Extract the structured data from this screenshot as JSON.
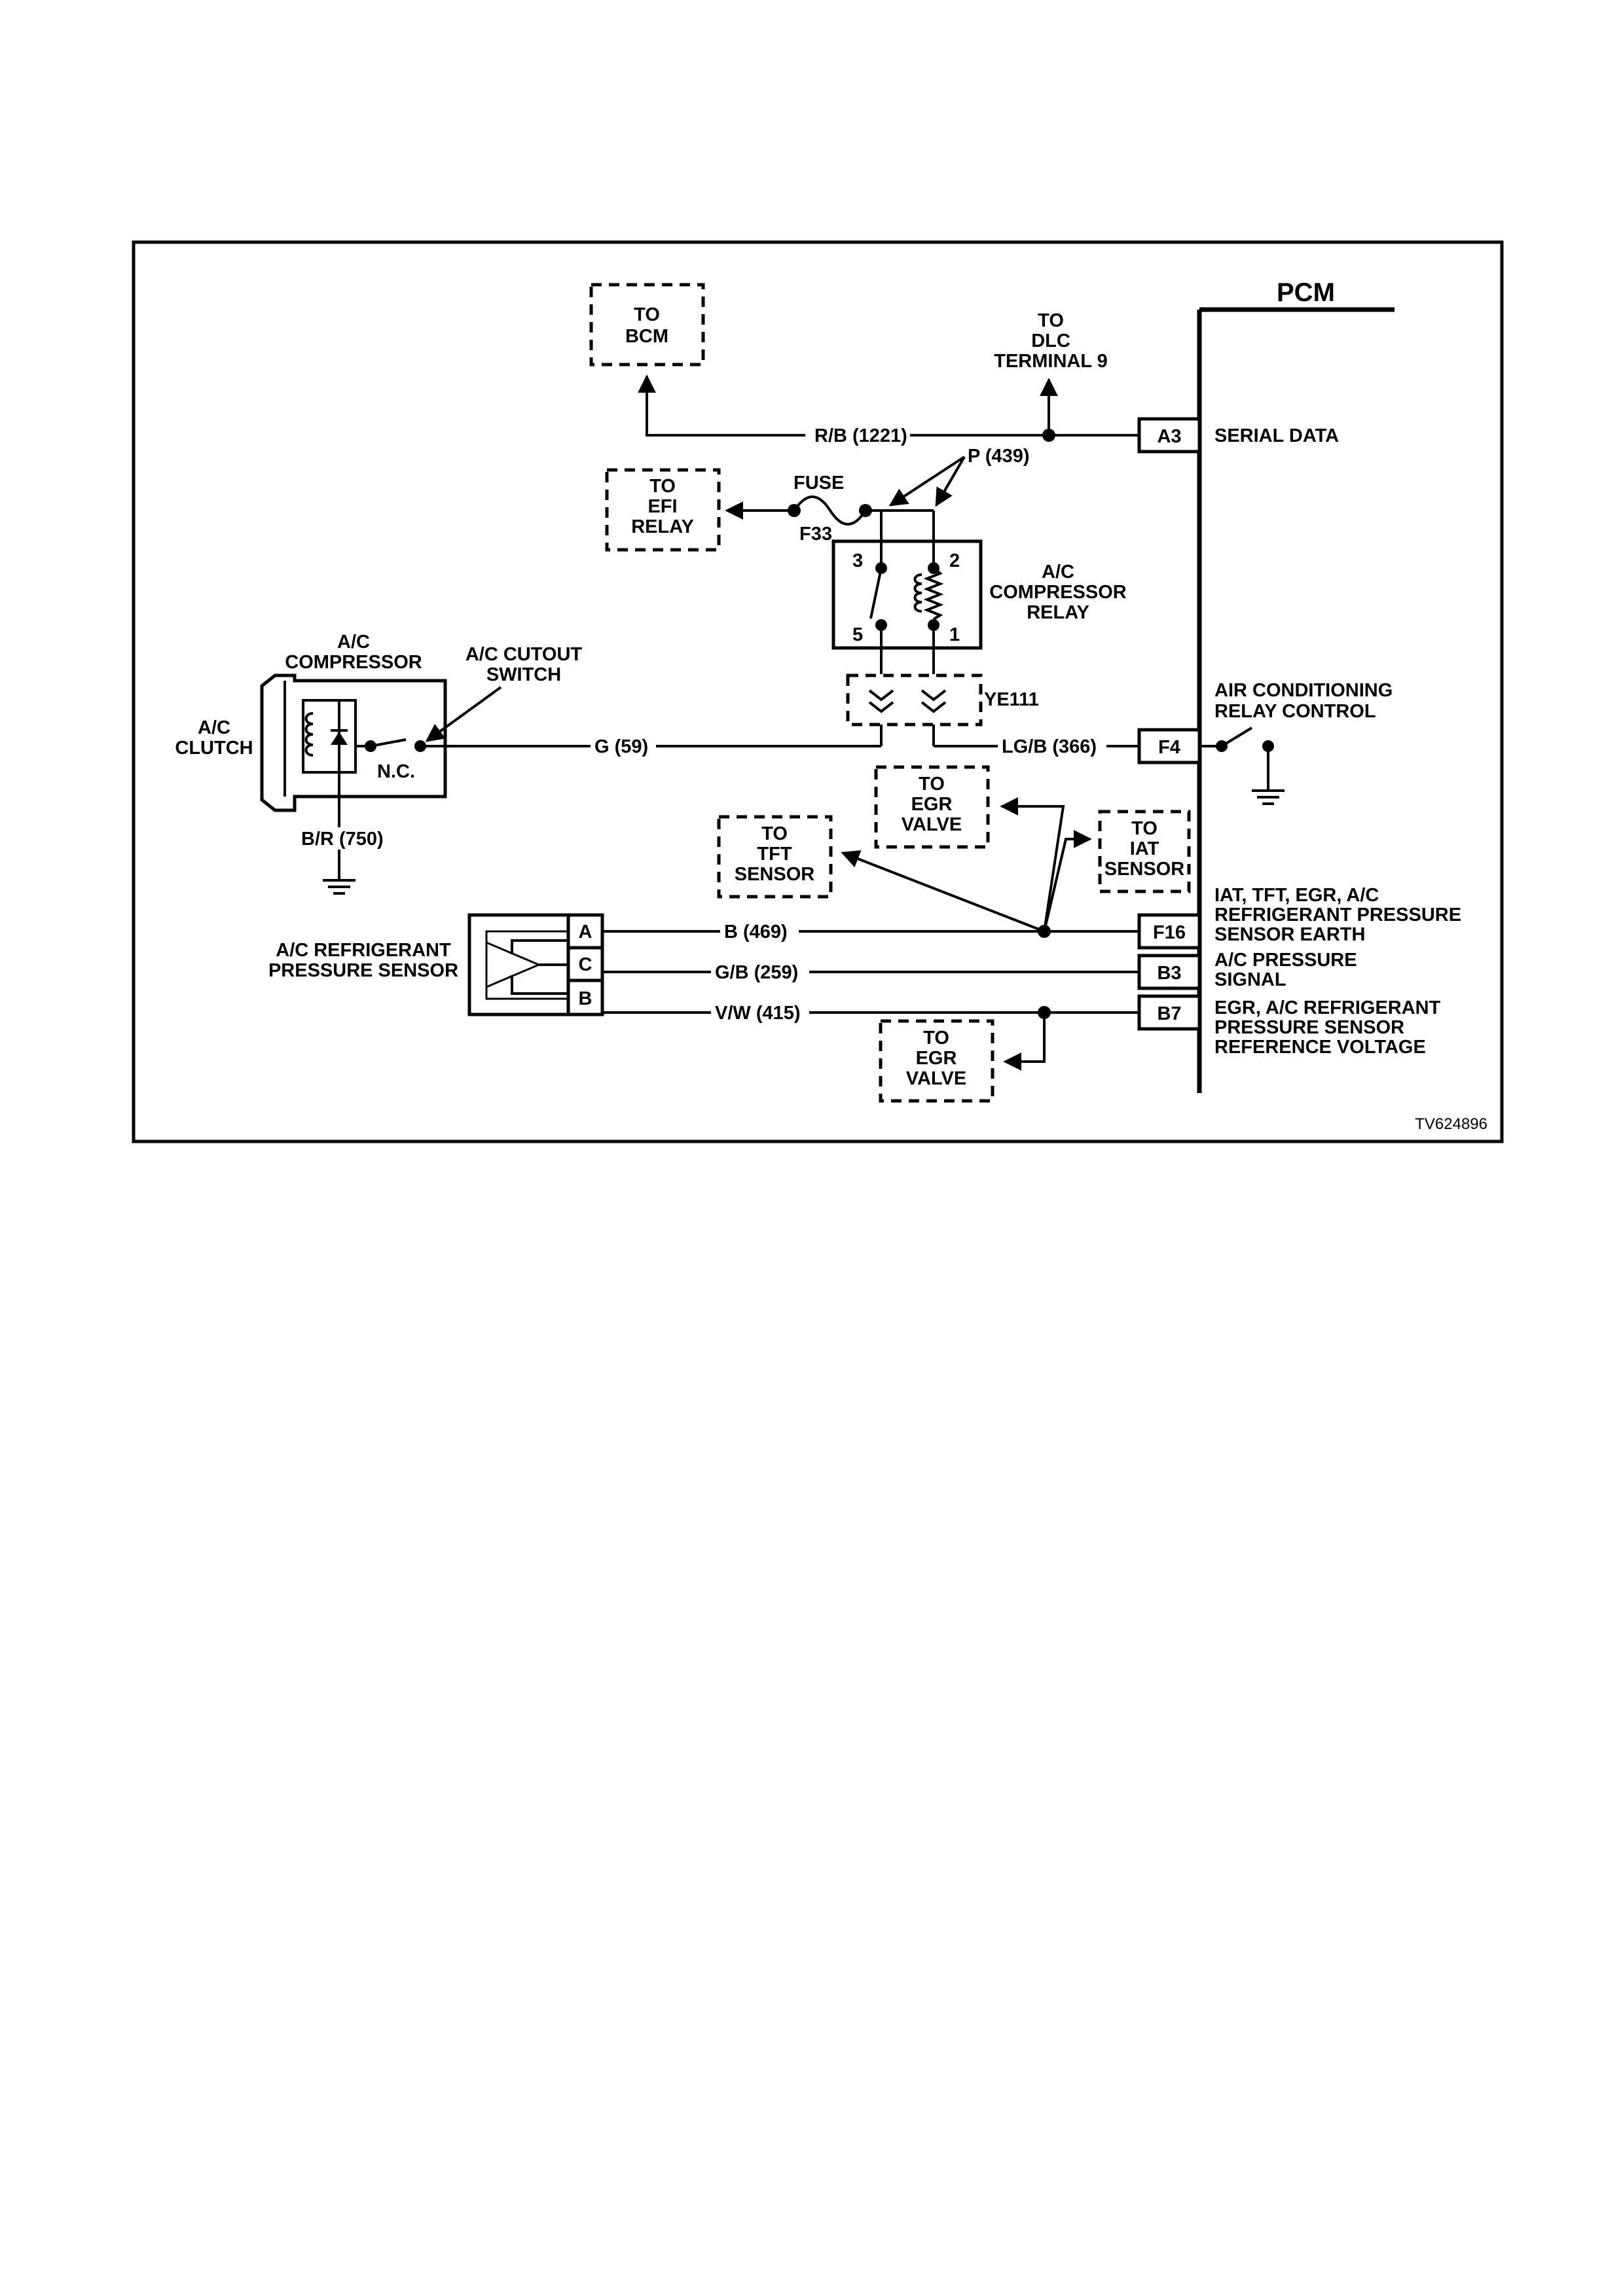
{
  "pcm": {
    "title": "PCM",
    "pins": {
      "a3": "A3",
      "f4": "F4",
      "f16": "F16",
      "b3": "B3",
      "b7": "B7"
    },
    "signals": {
      "serial_data": "SERIAL DATA",
      "ac_relay_control": [
        "AIR CONDITIONING",
        "RELAY CONTROL"
      ],
      "sensor_earth": [
        "IAT, TFT, EGR, A/C",
        "REFRIGERANT PRESSURE",
        "SENSOR EARTH"
      ],
      "ac_pressure_signal": [
        "A/C PRESSURE",
        "SIGNAL"
      ],
      "reference_voltage": [
        "EGR, A/C REFRIGERANT",
        "PRESSURE SENSOR",
        "REFERENCE  VOLTAGE"
      ]
    }
  },
  "destinations": {
    "bcm": [
      "TO",
      "BCM"
    ],
    "dlc": [
      "TO",
      "DLC",
      "TERMINAL 9"
    ],
    "efi_relay": [
      "TO",
      "EFI",
      "RELAY"
    ],
    "egr_valve_top": [
      "TO",
      "EGR",
      "VALVE"
    ],
    "tft_sensor": [
      "TO",
      "TFT",
      "SENSOR"
    ],
    "iat_sensor": [
      "TO",
      "IAT",
      "SENSOR"
    ],
    "egr_valve_bottom": [
      "TO",
      "EGR",
      "VALVE"
    ]
  },
  "wires": {
    "rb_1221": "R/B (1221)",
    "p_439": "P (439)",
    "g_59": "G (59)",
    "lgb_366": "LG/B (366)",
    "br_750": "B/R (750)",
    "b_469": "B (469)",
    "gb_259": "G/B (259)",
    "vw_415": "V/W (415)"
  },
  "fuse": {
    "label": "FUSE",
    "id": "F33"
  },
  "relay": {
    "name": [
      "A/C",
      "COMPRESSOR",
      "RELAY"
    ],
    "terminals": [
      "3",
      "2",
      "5",
      "1"
    ]
  },
  "connector": {
    "id": "YE111"
  },
  "compressor": {
    "name": [
      "A/C",
      "COMPRESSOR"
    ],
    "clutch": [
      "A/C",
      "CLUTCH"
    ],
    "switch": [
      "A/C CUTOUT",
      "SWITCH"
    ],
    "switch_state": "N.C."
  },
  "pressure_sensor": {
    "name": [
      "A/C REFRIGERANT",
      "PRESSURE SENSOR"
    ],
    "pins": [
      "A",
      "C",
      "B"
    ]
  },
  "figure_id": "TV624896"
}
